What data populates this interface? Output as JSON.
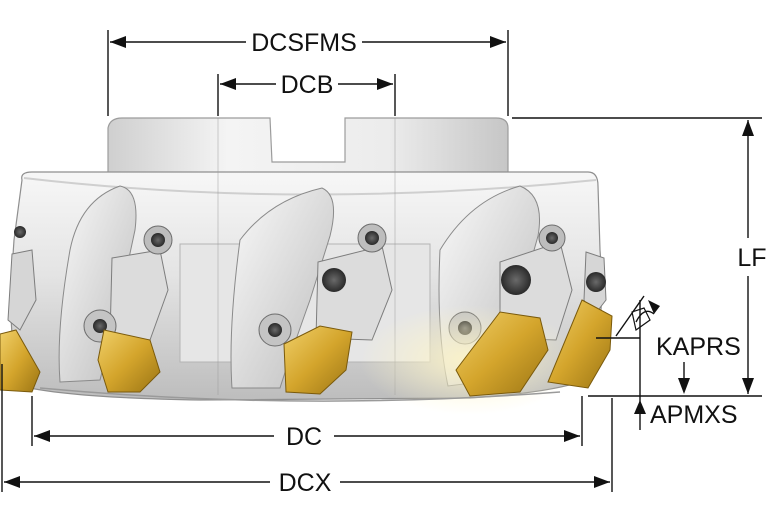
{
  "labels": {
    "dcsfms": "DCSFMS",
    "dcb": "DCB",
    "lf": "LF",
    "kaprs": "KAPRS",
    "apmxs": "APMXS",
    "dc": "DC",
    "dcx": "DCX"
  },
  "colors": {
    "body_light": "#f2f2f2",
    "body_mid": "#d0d0d0",
    "body_dark": "#8c8c8c",
    "insert_gold": "#d9b23a",
    "insert_dark": "#a07e1a",
    "line": "#111111",
    "screw": "#3a3a3a"
  }
}
